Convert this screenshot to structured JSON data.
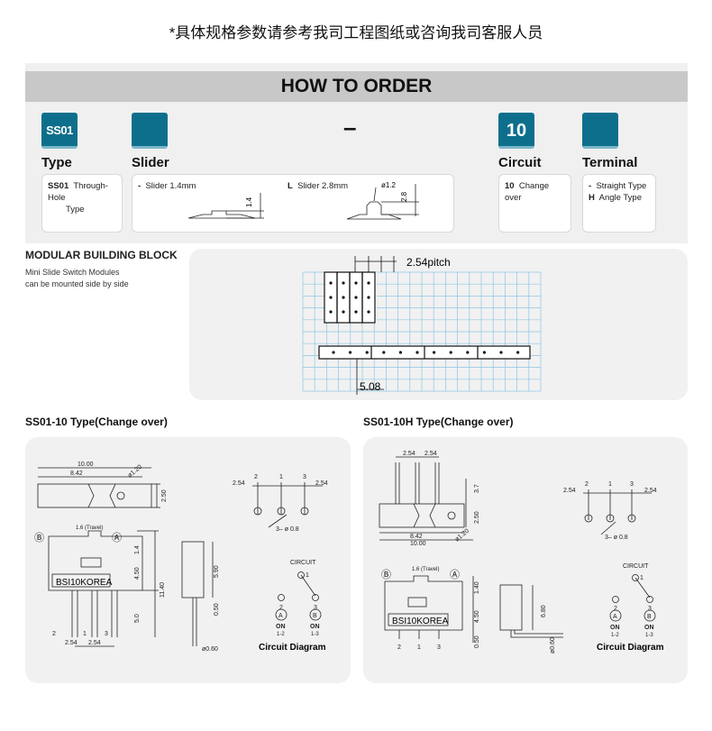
{
  "notice": "*具体规格参数请参考我司工程图纸或咨询我司客服人员",
  "how_to_order": {
    "title": "HOW TO ORDER",
    "separator": "–",
    "tiles": [
      {
        "label": "SS01"
      },
      {
        "label": ""
      },
      {
        "label": "10"
      },
      {
        "label": ""
      }
    ],
    "sections": {
      "type": {
        "label": "Type",
        "code": "SS01",
        "desc_1": "Through-Hole",
        "desc_2": "Type"
      },
      "slider": {
        "label": "Slider",
        "opt1_prefix": "-",
        "opt1": "Slider 1.4mm",
        "opt1_dim": "1.4",
        "opt2_prefix": "L",
        "opt2": "Slider 2.8mm",
        "opt2_dia": "ø1.2",
        "opt2_dim": "2.8"
      },
      "circuit": {
        "label": "Circuit",
        "code": "10",
        "desc": "Change over"
      },
      "terminal": {
        "label": "Terminal",
        "opt1_prefix": "-",
        "opt1": "Straight Type",
        "opt2_prefix": "H",
        "opt2": "Angle Type"
      }
    }
  },
  "modular": {
    "title": "MODULAR BUILDING BLOCK",
    "desc_1": "Mini Slide Switch Modules",
    "desc_2": "can be mounted side by side",
    "pitch_label": "2.54pitch",
    "width_label": "5.08"
  },
  "ss01_10": {
    "title": "SS01-10 Type(Change over)",
    "dims": {
      "w_total": "10.00",
      "w_inner": "8.42",
      "hole": "ø1.20",
      "h_body": "2.50",
      "travel": "1.6 (Travel)",
      "h_top": "1.4",
      "h_mid": "4.50",
      "h_total": "11.40",
      "h_pin": "5.0",
      "pitch1": "2.54",
      "pitch2": "2.54",
      "side_h": "5.90",
      "side_pin": "0.50",
      "pin_dia": "ø0.60",
      "pcb_p1": "2.54",
      "pcb_p2": "2.54",
      "pcb_hole": "3– ø 0.8"
    },
    "marks": {
      "a": "Ⓐ",
      "b": "Ⓑ"
    },
    "model_text": "BSI10KOREA",
    "pins": [
      "2",
      "1",
      "3"
    ],
    "circuit": {
      "title": "CIRCUIT",
      "common": "1",
      "left_pin": "2",
      "right_pin": "3",
      "left_mark": "A",
      "right_mark": "B",
      "left_on": "ON",
      "left_sub": "1-2",
      "right_on": "ON",
      "right_sub": "1-3",
      "caption": "Circuit Diagram"
    }
  },
  "ss01_10h": {
    "title": "SS01-10H Type(Change over)",
    "dims": {
      "pitch1": "2.54",
      "pitch2": "2.54",
      "h_pin": "3.7",
      "h_body": "2.50",
      "w_inner": "8.42",
      "w_total": "10.00",
      "hole": "ø1.20",
      "travel": "1.6 (Travel)",
      "h_top": "1.40",
      "h_mid": "4.50",
      "h_bot": "0.50",
      "side_h": "6.80",
      "pin_dia": "ø0.60",
      "pcb_p1": "2.54",
      "pcb_p2": "2.54",
      "pcb_hole": "3– ø 0.8"
    },
    "model_text": "BSI10KOREA",
    "pins": [
      "2",
      "1",
      "3"
    ],
    "circuit": {
      "title": "CIRCUIT",
      "common": "1",
      "left_pin": "2",
      "right_pin": "3",
      "left_mark": "A",
      "right_mark": "B",
      "left_on": "ON",
      "left_sub": "1-2",
      "right_on": "ON",
      "right_sub": "1-3",
      "caption": "Circuit Diagram"
    }
  },
  "colors": {
    "tile": "#0e6f8c",
    "header_band": "#c8c8c8",
    "grid": "#8ec6e6",
    "panel": "#f1f1f1"
  }
}
